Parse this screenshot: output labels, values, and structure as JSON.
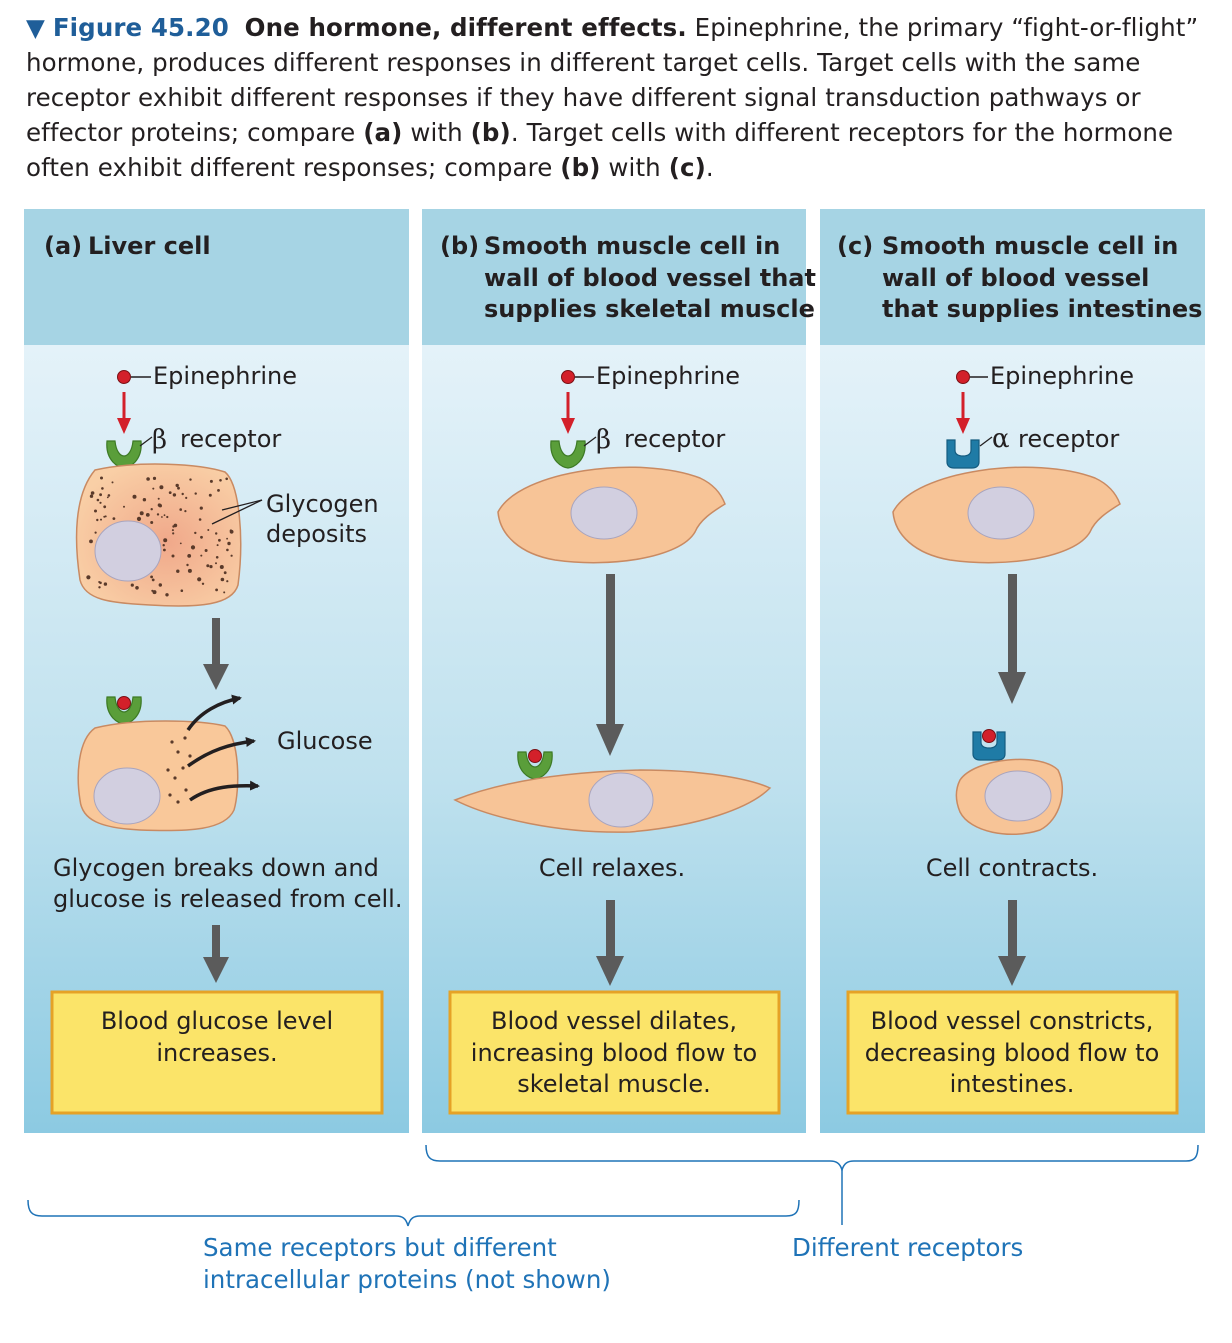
{
  "caption": {
    "marker": "▼",
    "figure_label": "Figure 45.20",
    "title": "One hormone, different effects.",
    "text_1": "Epinephrine, the primary “fight-or-flight” hormone, produces different responses in different target cells. Target cells with the same receptor exhibit different responses if they have different signal transduction pathways or effector proteins; compare",
    "ref_a": "(a)",
    "text_2": "with",
    "ref_b1": "(b)",
    "text_3": ". Target cells with different receptors for the hormone often exhibit different responses; compare",
    "ref_b2": "(b)",
    "text_4": "with",
    "ref_c": "(c)",
    "text_5": "."
  },
  "panels": [
    {
      "letter": "(a)",
      "header_lines": [
        "Liver cell"
      ],
      "hormone_label": "Epinephrine",
      "receptor_symbol": "β",
      "receptor_label": "receptor",
      "glycogen_lines": [
        "Glycogen",
        "deposits"
      ],
      "product_label": "Glucose",
      "response_lines": [
        "Glycogen breaks down and",
        "glucose is released from cell."
      ],
      "result_lines": [
        "Blood glucose level",
        "increases."
      ]
    },
    {
      "letter": "(b)",
      "header_lines": [
        "Smooth muscle cell in",
        "wall of blood vessel that",
        "supplies skeletal muscle"
      ],
      "hormone_label": "Epinephrine",
      "receptor_symbol": "β",
      "receptor_label": "receptor",
      "response_lines": [
        "Cell relaxes."
      ],
      "result_lines": [
        "Blood vessel dilates,",
        "increasing blood flow to",
        "skeletal muscle."
      ]
    },
    {
      "letter": "(c)",
      "header_lines": [
        "Smooth muscle cell in",
        "wall of blood vessel",
        "that supplies intestines"
      ],
      "hormone_label": "Epinephrine",
      "receptor_symbol": "α",
      "receptor_label": "receptor",
      "response_lines": [
        "Cell contracts."
      ],
      "result_lines": [
        "Blood vessel constricts,",
        "decreasing blood flow to",
        "intestines."
      ]
    }
  ],
  "brackets": {
    "same_receptors_lines": [
      "Same receptors but different",
      "intracellular proteins (not shown)"
    ],
    "different_receptors": "Different receptors"
  },
  "colors": {
    "figure_label": "#1f5e99",
    "panel_header": "#a6d4e4",
    "panel_body_top": "#e2f1f8",
    "panel_body_bottom": "#8ccae2",
    "cell_fill": "#f7c497",
    "nucleus_fill": "#d2cfe0",
    "beta_receptor": "#5a9e3a",
    "alpha_receptor": "#1f7ba6",
    "hormone": "#d3202a",
    "arrow": "#5b5b5b",
    "result_box": "#fbe469",
    "result_border": "#e5a226",
    "note_text": "#1f73b7"
  }
}
